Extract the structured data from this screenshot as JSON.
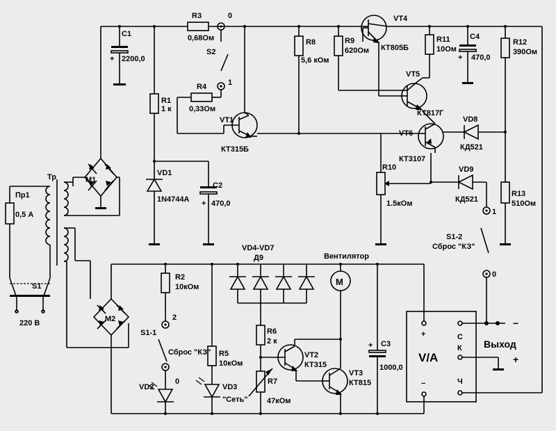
{
  "colors": {
    "background": "#ececec",
    "ink": "#000000"
  },
  "labels": {
    "C1": "C1",
    "C1_val": "2200,0",
    "R3": "R3",
    "R3_val": "0,68Ом",
    "R4": "R4",
    "R4_val": "0,33Ом",
    "S2": "S2",
    "S2_pos0": "0",
    "S2_pos1": "1",
    "R1": "R1",
    "R1_val": "1 к",
    "VT1": "VT1",
    "VT1_type": "КТ315Б",
    "R8": "R8",
    "R8_val": "5,6 кОм",
    "R9": "R9",
    "R9_val": "620Ом",
    "VT4": "VT4",
    "VT4_type": "КТ805Б",
    "R11": "R11",
    "R11_val": "10Ом",
    "C4": "C4",
    "C4_val": "470,0",
    "R12": "R12",
    "R12_val": "390Ом",
    "VT5": "VT5",
    "VT5_type": "КТ817Г",
    "VT6": "VT6",
    "VT6_type": "КТ3107",
    "VD8": "VD8",
    "VD8_type": "КД521",
    "M1": "M1",
    "Tr": "Тр",
    "Pr1": "Пр1",
    "Pr1_val": "0,5 А",
    "VD1": "VD1",
    "VD1_type": "1N4744A",
    "C2": "C2",
    "C2_val": "470,0",
    "R10": "R10",
    "R10_val": "1.5кОм",
    "VD9": "VD9",
    "VD9_type": "КД521",
    "R13": "R13",
    "R13_val": "510Ом",
    "S1_2": "S1-2",
    "S1_2_pos1": "1",
    "S1_2_pos0": "0",
    "reset_kz_right": "Сброс \"КЗ\"",
    "S1": "S1",
    "mains": "220 В",
    "VD4_7": "VD4-VD7",
    "D9": "Д9",
    "fan": "Вентилятор",
    "R2": "R2",
    "R2_val": "10кОм",
    "S1_1": "S1-1",
    "S1_1_pos2": "2",
    "S1_1_pos0": "0",
    "reset_kz_left": "Сброс \"КЗ\"",
    "M2": "M2",
    "R6": "R6",
    "R6_val": "2 к",
    "VT2": "VT2",
    "VT2_type": "КТ315",
    "VT3": "VT3",
    "VT3_type": "КТ815",
    "C3": "C3",
    "C3_val": "1000,0",
    "R5": "R5",
    "R5_val": "10кОм",
    "VD2": "VD2",
    "VD3": "VD3",
    "VD3_label": "\"Сеть\"",
    "R7": "R7",
    "R7_val": "47кОм",
    "meter": "V/A",
    "meter_plus": "+",
    "meter_minus": "−",
    "meter_S1": "С",
    "meter_K": "К",
    "meter_Ch": "Ч",
    "output": "Выход",
    "out_minus": "−",
    "out_plus": "+",
    "plus": "+"
  }
}
